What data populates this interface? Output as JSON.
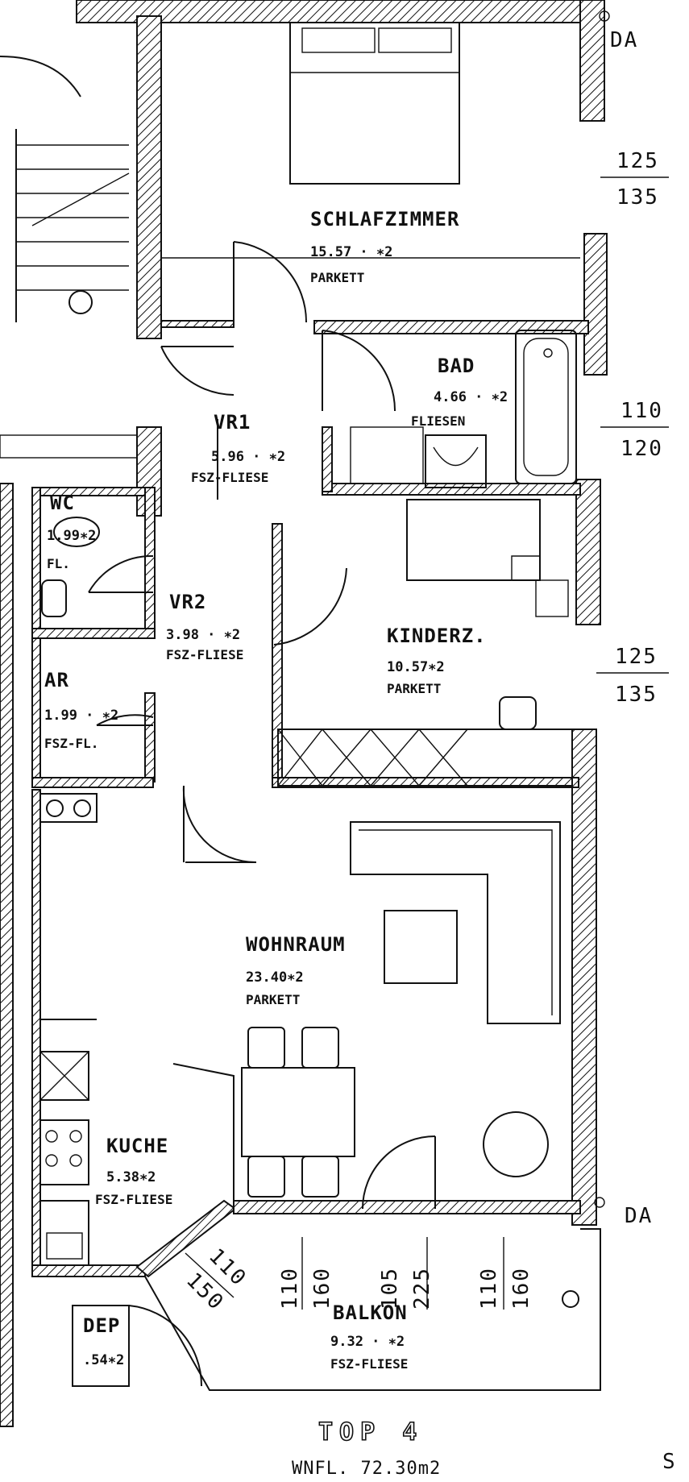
{
  "plan": {
    "title": "TOP 4",
    "total_area": "WNFL. 72.30m2",
    "corner_mark": "S",
    "roof_marks": [
      "DA",
      "DA"
    ]
  },
  "rooms": {
    "schlafzimmer": {
      "name": "SCHLAFZIMMER",
      "area": "15.57 · ∗2",
      "floor": "PARKETT"
    },
    "bad": {
      "name": "BAD",
      "area": "4.66 · ∗2",
      "floor": "FLIESEN"
    },
    "vr1": {
      "name": "VR1",
      "area": "5.96 · ∗2",
      "floor": "FSZ-FLIESE"
    },
    "wc": {
      "name": "WC",
      "area": "1.99∗2",
      "floor": "FL."
    },
    "vr2": {
      "name": "VR2",
      "area": "3.98 · ∗2",
      "floor": "FSZ-FLIESE"
    },
    "kinderz": {
      "name": "KINDERZ.",
      "area": "10.57∗2",
      "floor": "PARKETT"
    },
    "ar": {
      "name": "AR",
      "area": "1.99 · ∗2",
      "floor": "FSZ-FL."
    },
    "wohnraum": {
      "name": "WOHNRAUM",
      "area": "23.40∗2",
      "floor": "PARKETT"
    },
    "kuche": {
      "name": "KUCHE",
      "area": "5.38∗2",
      "floor": "FSZ-FLIESE"
    },
    "dep": {
      "name": "DEP",
      "area": ".54∗2"
    },
    "balkon": {
      "name": "BALKON",
      "area": "9.32 · ∗2",
      "floor": "FSZ-FLIESE"
    }
  },
  "windows": {
    "schlaf": {
      "top": "125",
      "bottom": "135"
    },
    "bad": {
      "top": "110",
      "bottom": "120"
    },
    "kinder": {
      "top": "125",
      "bottom": "135"
    },
    "kuche": {
      "top": "110",
      "bottom": "150"
    },
    "balkon_1": {
      "top": "110",
      "bottom": "160"
    },
    "balkon_door": {
      "top": "105",
      "bottom": "225"
    },
    "balkon_2": {
      "top": "110",
      "bottom": "160"
    }
  }
}
